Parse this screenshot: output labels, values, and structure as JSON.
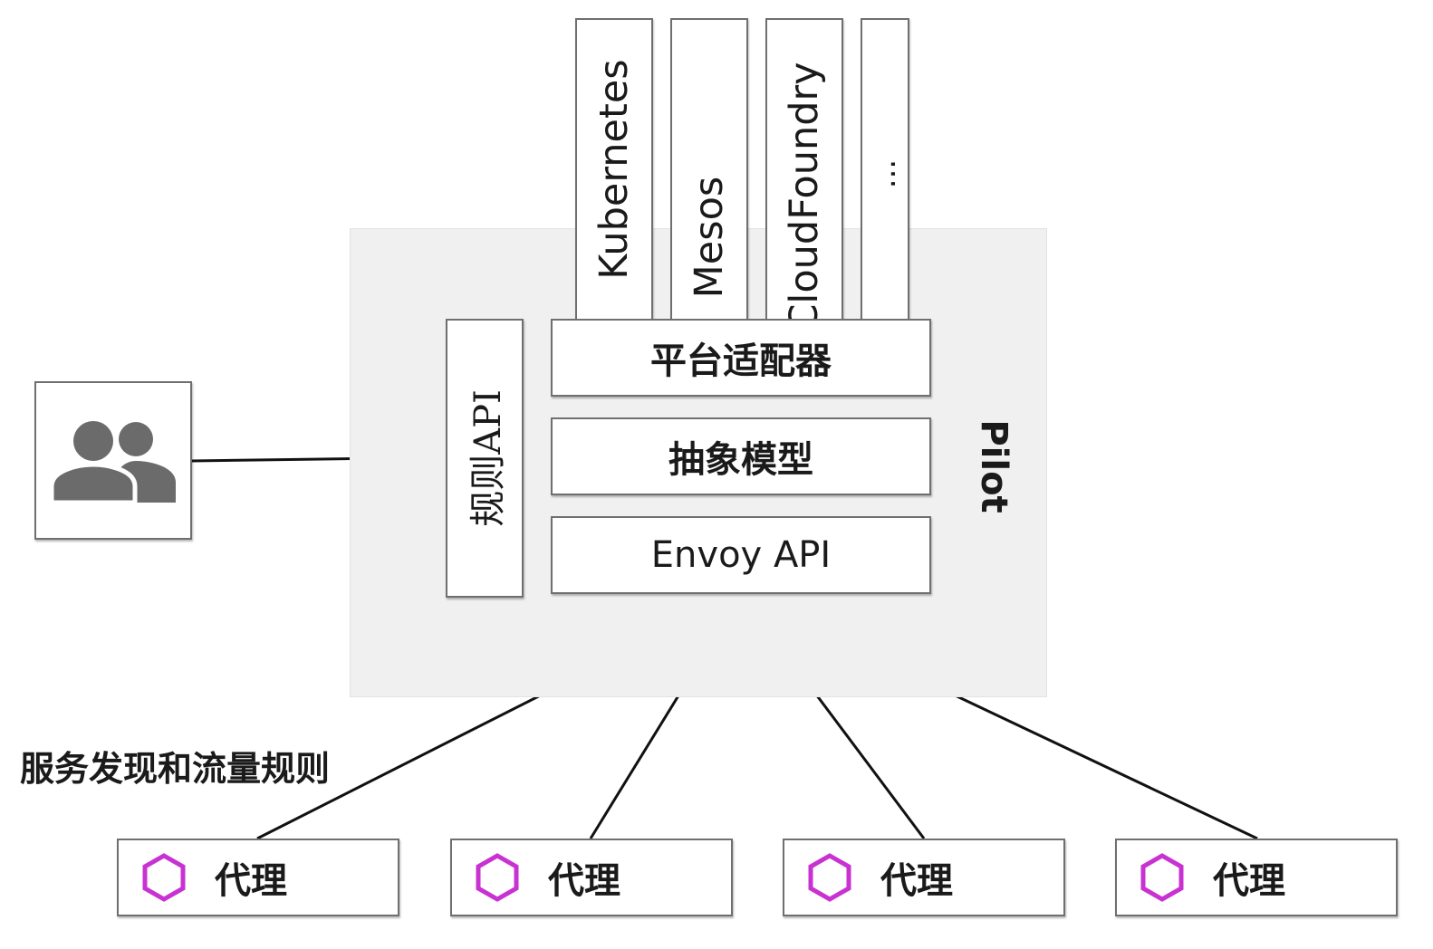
{
  "diagram": {
    "platforms": [
      "Kubernetes",
      "Mesos",
      "CloudFoundry",
      "..."
    ],
    "layers": {
      "adapter": "平台适配器",
      "model": "抽象模型",
      "envoy_api": "Envoy API"
    },
    "rule_api": "规则API",
    "pilot_label": "Pilot",
    "users_icon": "users-group-icon",
    "caption": "服务发现和流量规则",
    "proxies": [
      {
        "label": "代理",
        "icon": "hexagon-icon"
      },
      {
        "label": "代理",
        "icon": "hexagon-icon"
      },
      {
        "label": "代理",
        "icon": "hexagon-icon"
      },
      {
        "label": "代理",
        "icon": "hexagon-icon"
      }
    ],
    "colors": {
      "pilot_background": "#f0f0f0",
      "hexagon": "#c832d2",
      "users_icon": "#6b6b6b",
      "connector": "#111111"
    }
  }
}
